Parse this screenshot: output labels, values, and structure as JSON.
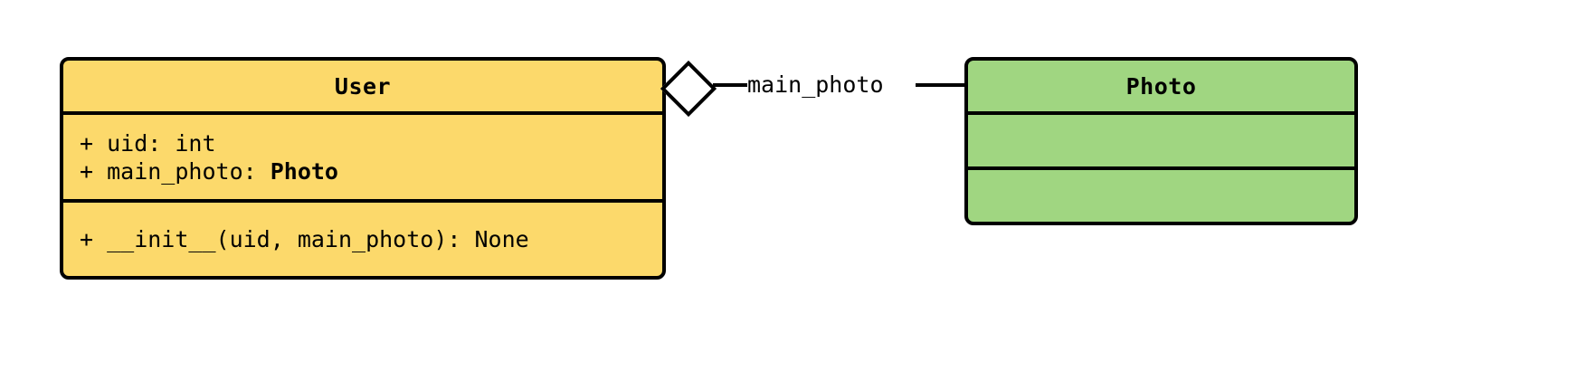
{
  "diagram": {
    "type": "uml-class-diagram",
    "background_color": "#ffffff",
    "border_color": "#000000",
    "classes": [
      {
        "id": "user",
        "name": "User",
        "fill_color": "#FCD96B",
        "attributes": [
          {
            "text": "+ uid: int",
            "prefix": "+ uid: ",
            "type": "int",
            "type_bold": false
          },
          {
            "text": "+ main_photo: Photo",
            "prefix": "+ main_photo: ",
            "type": "Photo",
            "type_bold": true
          }
        ],
        "methods": [
          {
            "text": "+ __init__(uid, main_photo): None"
          }
        ]
      },
      {
        "id": "photo",
        "name": "Photo",
        "fill_color": "#A0D681",
        "attributes": [],
        "methods": []
      }
    ],
    "relationships": [
      {
        "id": "user-has-main-photo",
        "kind": "aggregation",
        "marker": "hollow-diamond",
        "marker_fill": "#ffffff",
        "source": "User",
        "target": "Photo",
        "label": "main_photo"
      }
    ]
  }
}
